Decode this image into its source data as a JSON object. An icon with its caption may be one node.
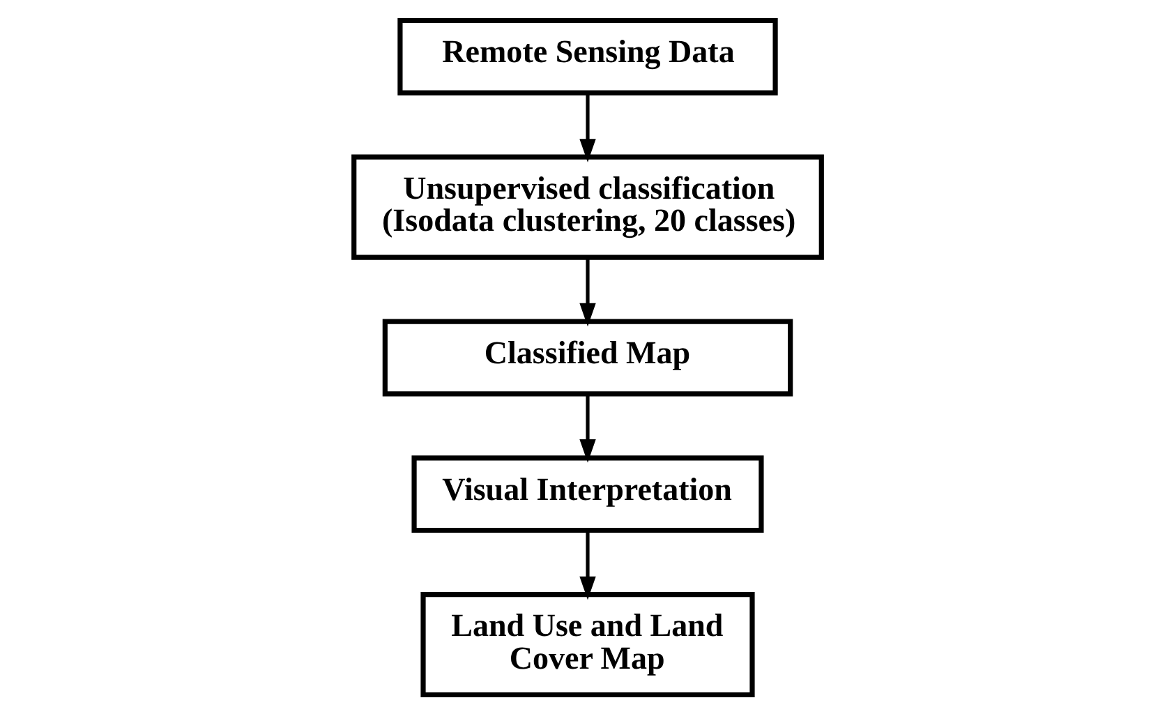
{
  "diagram": {
    "nodes": [
      {
        "text": [
          "Remote Sensing Data"
        ]
      },
      {
        "text": [
          "Unsupervised classification (Isodata clustering, 20 classes)"
        ]
      },
      {
        "text": [
          "Classified Map"
        ]
      },
      {
        "text": [
          "Visual Interpretation"
        ]
      },
      {
        "text": [
          "Land Use and Land Cover Map"
        ]
      }
    ],
    "edges": [
      {
        "from": 0,
        "to": 1,
        "arrow": "to"
      },
      {
        "from": 1,
        "to": 2,
        "arrow": "to"
      },
      {
        "from": 2,
        "to": 3,
        "arrow": "to"
      },
      {
        "from": 3,
        "to": 4,
        "arrow": "to"
      }
    ]
  }
}
